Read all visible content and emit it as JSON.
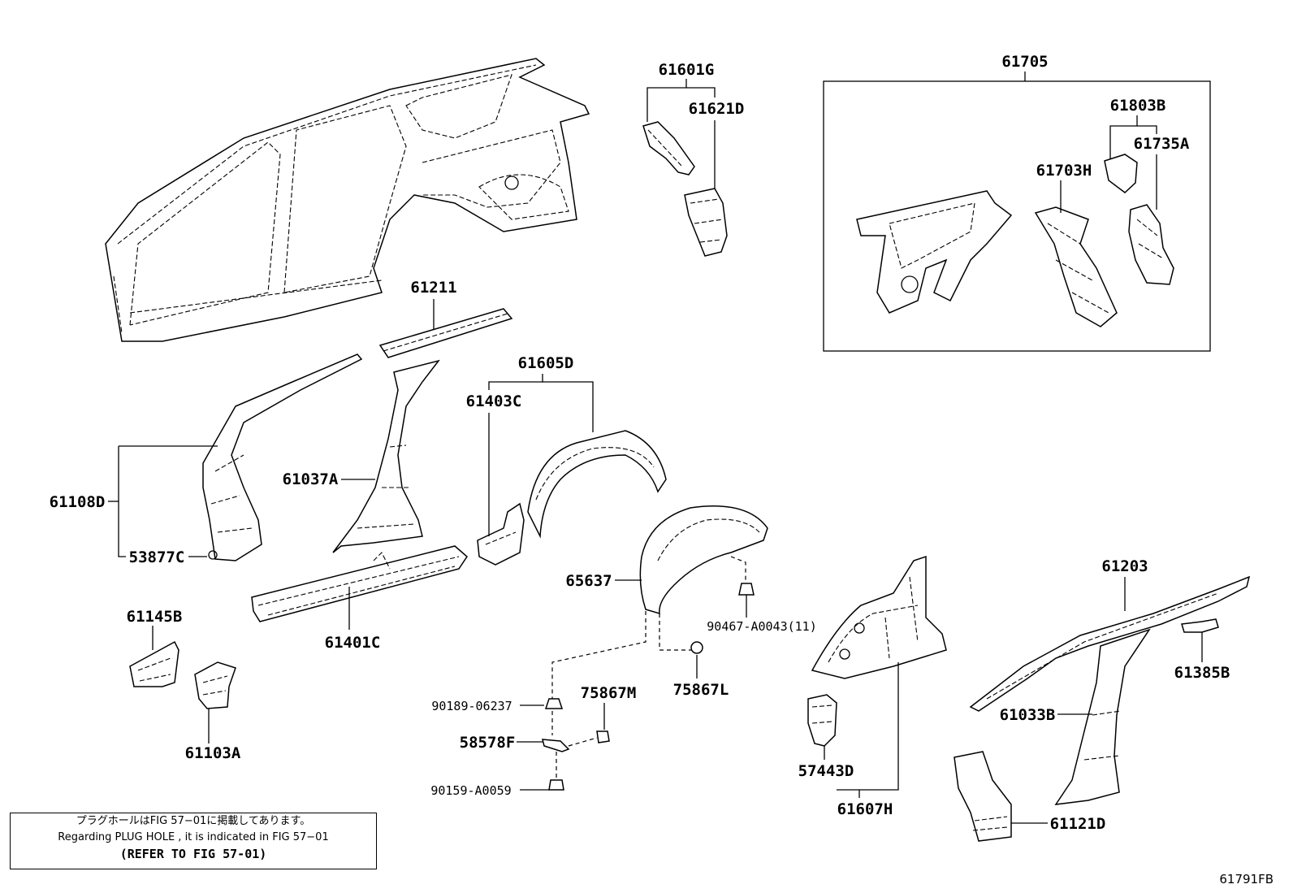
{
  "labels": {
    "p61601G": "61601G",
    "p61621D": "61621D",
    "p61705": "61705",
    "p61803B": "61803B",
    "p61735A": "61735A",
    "p61703H": "61703H",
    "p61211": "61211",
    "p61605D": "61605D",
    "p61403C": "61403C",
    "p61108D": "61108D",
    "p61037A": "61037A",
    "p53877C": "53877C",
    "p61401C": "61401C",
    "p65637": "65637",
    "p90467": "90467-A0043(11)",
    "p61145B": "61145B",
    "p61103A": "61103A",
    "p75867M": "75867M",
    "p75867L": "75867L",
    "p90189": "90189-06237",
    "p58578F": "58578F",
    "p90159": "90159-A0059",
    "p61203": "61203",
    "p61385B": "61385B",
    "p61033B": "61033B",
    "p57443D": "57443D",
    "p61607H": "61607H",
    "p61121D": "61121D"
  },
  "note": {
    "line1": "プラグホールはFIG 57−01に掲載してあります。",
    "line2": "Regarding PLUG HOLE , it is indicated in FIG 57−01",
    "line3": "(REFER TO FIG 57-01)"
  },
  "figure_code": "61791FB"
}
